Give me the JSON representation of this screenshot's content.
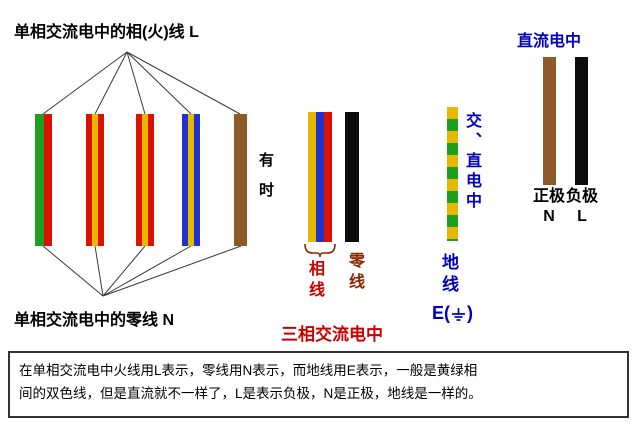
{
  "single_phase": {
    "phase_title": "单相交流电中的相(火)线 L",
    "neutral_title": "单相交流电中的零线 N",
    "sometimes_label": "有时"
  },
  "three_phase": {
    "title": "三相交流电中",
    "phase_label": "相线",
    "neutral_label": "零线"
  },
  "ground": {
    "ac_dc_label": "交、直电中",
    "label": "地线",
    "code_prefix": "E(",
    "code_suffix": ")"
  },
  "dc": {
    "title": "直流电中",
    "positive_label": "正极",
    "positive_code": "N",
    "negative_label": "负极",
    "negative_code": "L"
  },
  "footer": {
    "line1": "在单相交流电中火线用L表示，零线用N表示，而地线用E表示，一般是黄绿相",
    "line2": "间的双色线，但是直流就不一样了，L是表示负极，N是正极，地线是一样的。"
  },
  "colors": {
    "green": "#1f9e1f",
    "red": "#dd1100",
    "yellow": "#e8b800",
    "blue": "#2233cc",
    "brown": "#8d5a28",
    "black_wire": "#0d0d0d",
    "ground_wire": "repeating-linear-gradient(180deg,#e8b800 0px,#e8b800 12px,#1f9e1f 12px,#1f9e1f 24px)",
    "red_text": "#cc0000",
    "dark_red_text": "#8b2500",
    "blue_text": "#0000bb"
  }
}
